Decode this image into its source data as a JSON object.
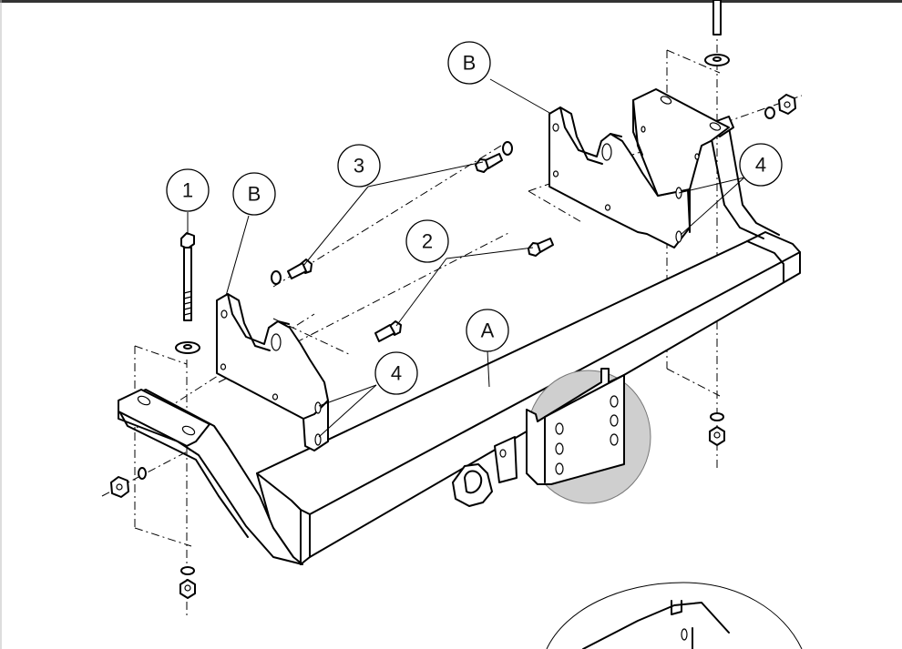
{
  "callouts": {
    "bolt_long": "1",
    "bolt_short_front": "2",
    "bolt_short_rear": "3",
    "fixing_holes_left": "4",
    "fixing_holes_right": "4",
    "bracket_left": "B",
    "bracket_right": "B",
    "tow_bar": "A"
  },
  "colors": {
    "line": "#000000",
    "detail_fill": "#cfcfcf",
    "background": "#ffffff"
  }
}
